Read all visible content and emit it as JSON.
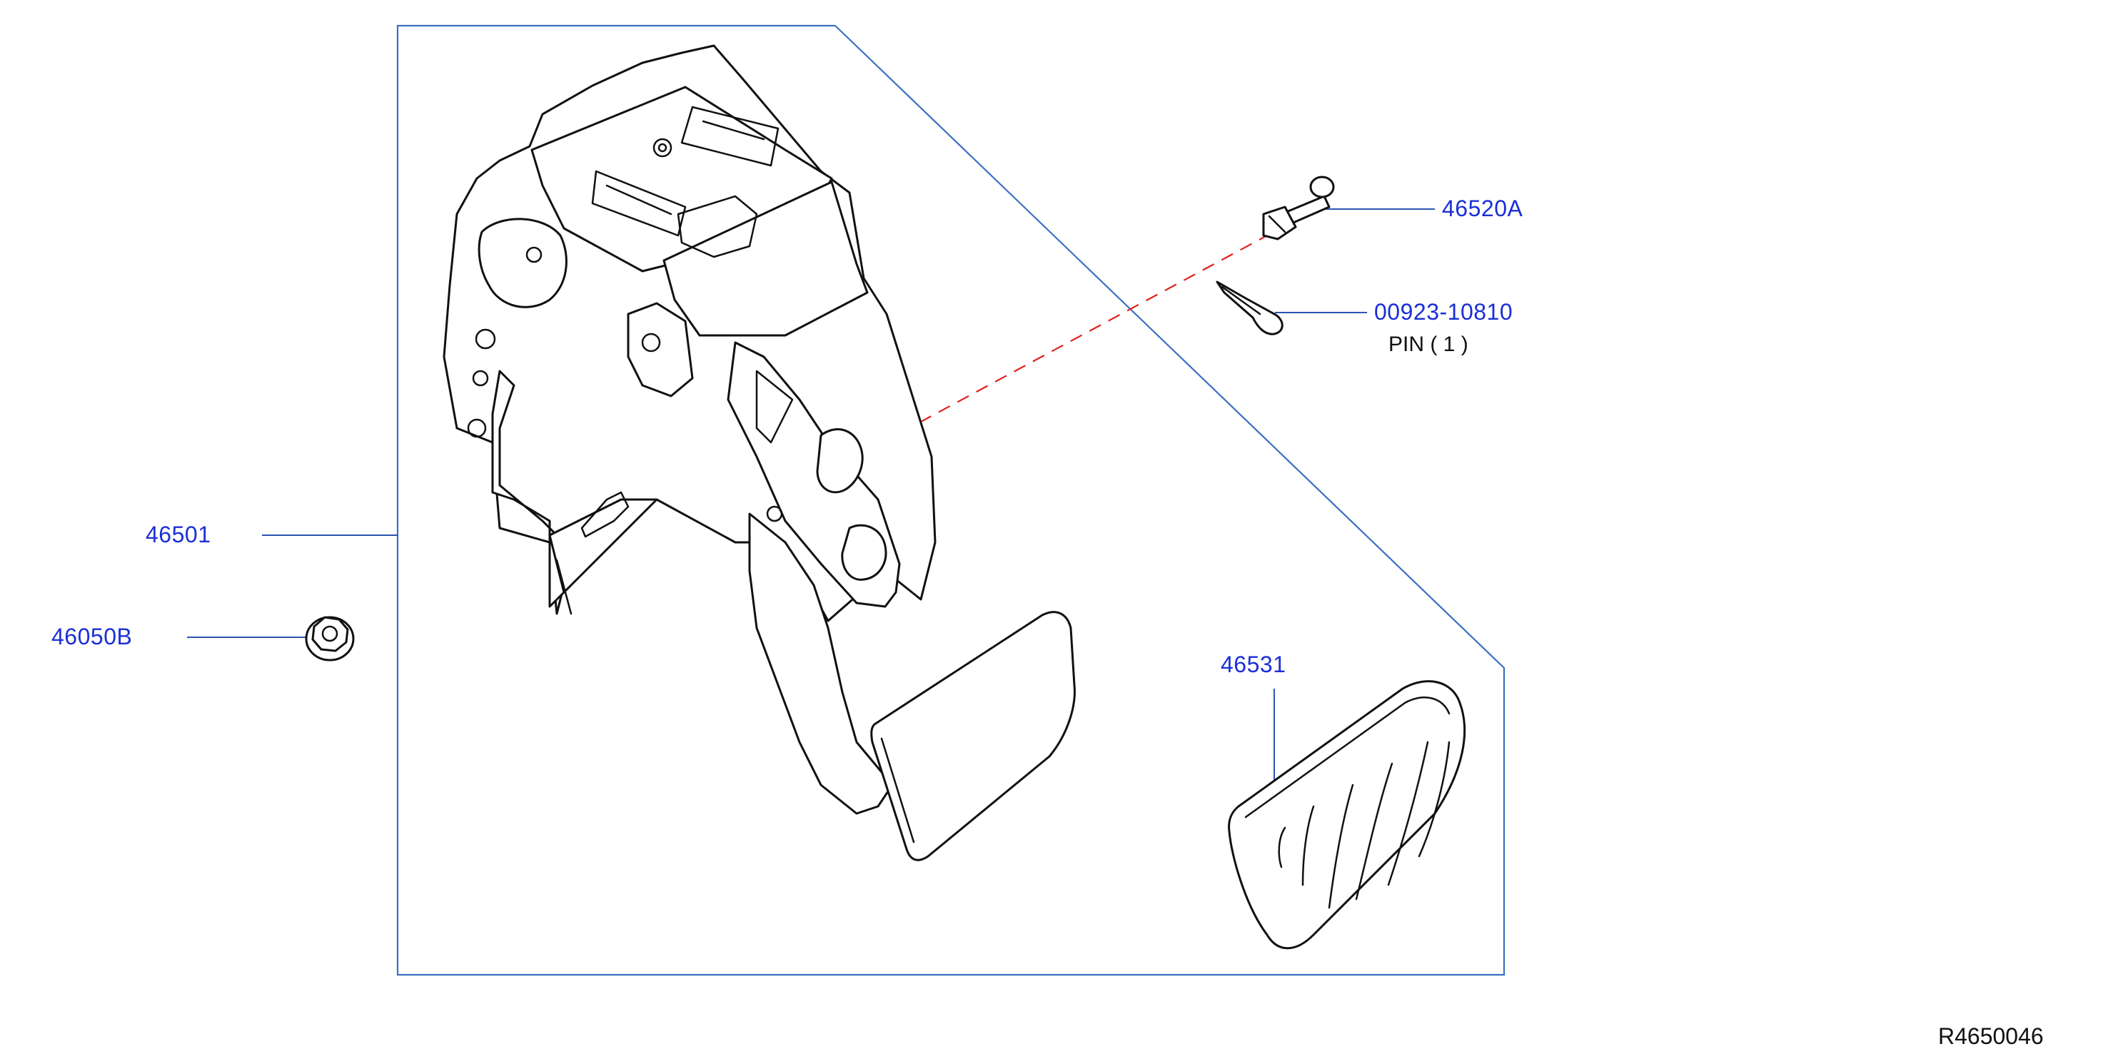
{
  "diagram": {
    "reference_code": "R4650046",
    "colors": {
      "callout_text": "#1a2fd6",
      "leader_line": "#2a55b0",
      "frame_line": "#3d6fc4",
      "dashed_line": "#e02020",
      "drawing": "#111111"
    },
    "callouts": [
      {
        "id": "assembly",
        "part_number": "46501"
      },
      {
        "id": "nut",
        "part_number": "46050B"
      },
      {
        "id": "bolt",
        "part_number": "46520A"
      },
      {
        "id": "pin",
        "part_number": "00923-10810",
        "note": "PIN      ( 1 )"
      },
      {
        "id": "pad",
        "part_number": "46531"
      }
    ],
    "parts": [
      {
        "id": "pedal-assembly",
        "icon": "brake-pedal-assembly-icon"
      },
      {
        "id": "flange-nut",
        "icon": "flange-nut-icon"
      },
      {
        "id": "clevis-bolt",
        "icon": "clevis-bolt-icon"
      },
      {
        "id": "cotter-pin",
        "icon": "cotter-pin-icon"
      },
      {
        "id": "pedal-pad",
        "icon": "pedal-pad-icon"
      }
    ]
  }
}
